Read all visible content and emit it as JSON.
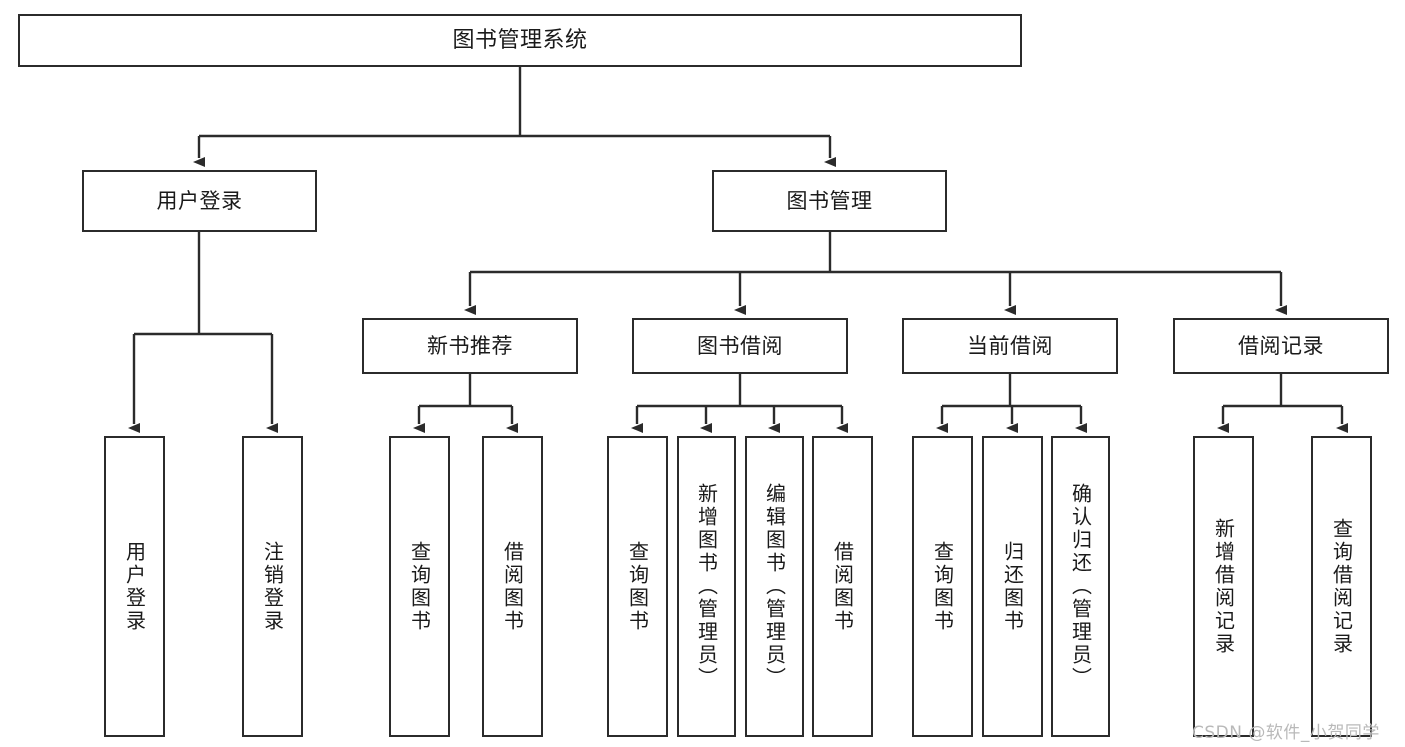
{
  "diagram": {
    "type": "tree-hierarchy-chart",
    "title": "图书管理系统",
    "line_color": "#2b2b2b",
    "box_fill": "#ffffff",
    "text_color": "#1a1a1a",
    "levels": 4
  },
  "nodes": {
    "root": {
      "label": "图书管理系统"
    },
    "level2": [
      {
        "label": "用户登录"
      },
      {
        "label": "图书管理"
      }
    ],
    "level3": [
      {
        "label": "新书推荐"
      },
      {
        "label": "图书借阅"
      },
      {
        "label": "当前借阅"
      },
      {
        "label": "借阅记录"
      }
    ],
    "leaves": {
      "user_login": [
        {
          "label": "用户登录"
        },
        {
          "label": "注销登录"
        }
      ],
      "new_book_recommend": [
        {
          "label": "查询图书"
        },
        {
          "label": "借阅图书"
        }
      ],
      "book_borrow": [
        {
          "label": "查询图书"
        },
        {
          "label": "新增图书（管理员）"
        },
        {
          "label": "编辑图书（管理员）"
        },
        {
          "label": "借阅图书"
        }
      ],
      "current_borrow": [
        {
          "label": "查询图书"
        },
        {
          "label": "归还图书"
        },
        {
          "label": "确认归还（管理员）"
        }
      ],
      "borrow_record": [
        {
          "label": "新增借阅记录"
        },
        {
          "label": "查询借阅记录"
        }
      ]
    }
  },
  "watermark": {
    "text": "CSDN @软件_小贺同学",
    "color": "#b9b9b9"
  }
}
